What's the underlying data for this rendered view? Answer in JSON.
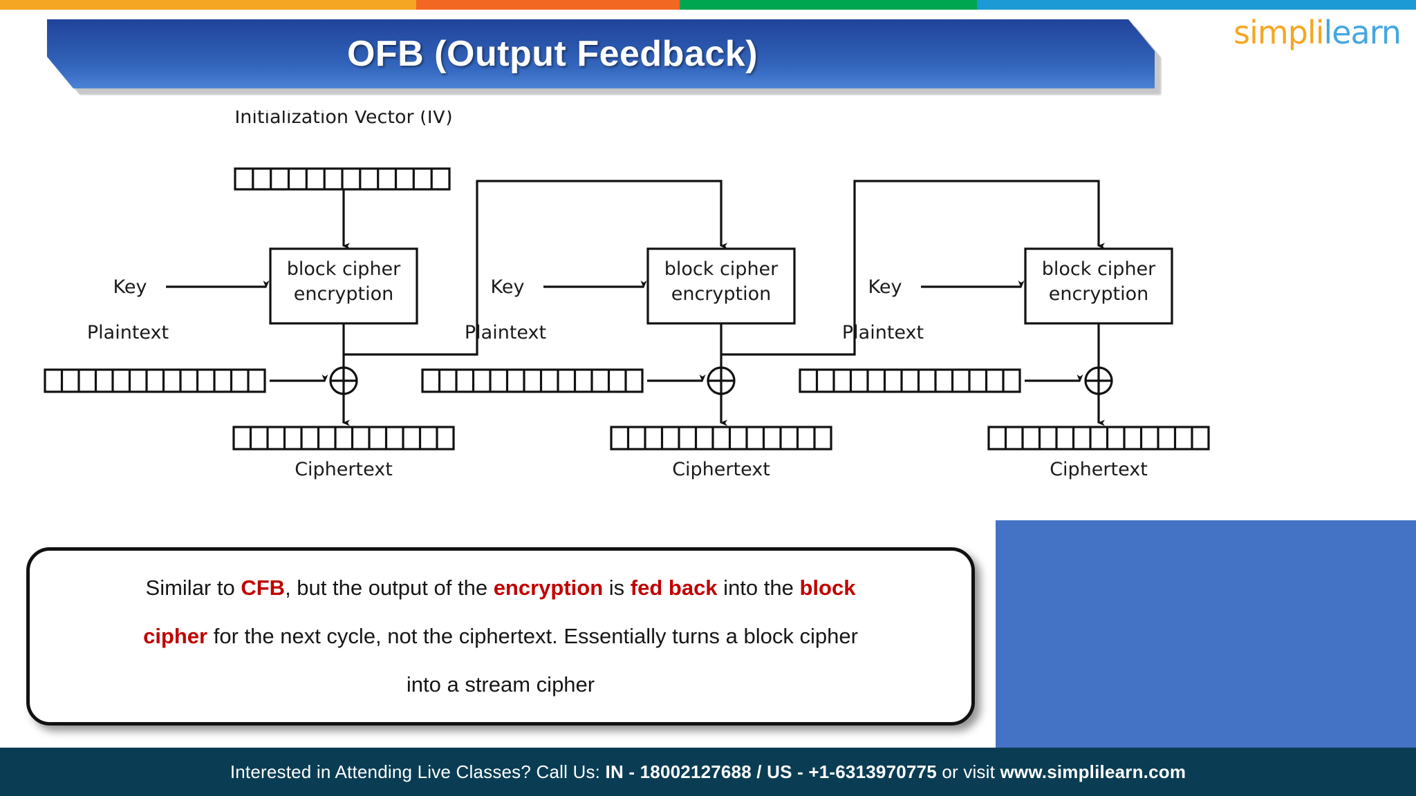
{
  "accent_bar": {
    "segments": [
      {
        "name": "amber",
        "color": "#f5a623",
        "width_pct": 29.4
      },
      {
        "name": "orange",
        "color": "#f26722",
        "width_pct": 18.6
      },
      {
        "name": "green",
        "color": "#00a650",
        "width_pct": 21.0
      },
      {
        "name": "blue",
        "color": "#1b9ad6",
        "width_pct": 31.0
      }
    ]
  },
  "logo": {
    "part1": "simpl",
    "part2": "i",
    "part3": "learn",
    "color_orange": "#f5a623",
    "color_blue": "#45a7e0"
  },
  "header": {
    "title": "OFB (Output Feedback)",
    "banner_color": "#2a57ad"
  },
  "diagram": {
    "title": "Initialization Vector (IV)",
    "iv_label": "Initialization Vector (IV)",
    "iv_cells": 12,
    "bar_cells": 13,
    "stages": [
      {
        "key_label": "Key",
        "cipher_line1": "block cipher",
        "cipher_line2": "encryption",
        "plaintext_label": "Plaintext",
        "ciphertext_label": "Ciphertext",
        "xor_symbol": "+"
      },
      {
        "key_label": "Key",
        "cipher_line1": "block cipher",
        "cipher_line2": "encryption",
        "plaintext_label": "Plaintext",
        "ciphertext_label": "Ciphertext",
        "xor_symbol": "+"
      },
      {
        "key_label": "Key",
        "cipher_line1": "block cipher",
        "cipher_line2": "encryption",
        "plaintext_label": "Plaintext",
        "ciphertext_label": "Ciphertext",
        "xor_symbol": "+"
      }
    ]
  },
  "callout": {
    "highlight_color": "#c00000",
    "line1": [
      {
        "text": "Similar to ",
        "highlight": false
      },
      {
        "text": "CFB",
        "highlight": true
      },
      {
        "text": ", but the output of the ",
        "highlight": false
      },
      {
        "text": "encryption",
        "highlight": true
      },
      {
        "text": " is ",
        "highlight": false
      },
      {
        "text": "fed back",
        "highlight": true
      },
      {
        "text": " into the ",
        "highlight": false
      },
      {
        "text": "block",
        "highlight": true
      }
    ],
    "line2": [
      {
        "text": "cipher",
        "highlight": true
      },
      {
        "text": " for the next cycle, not the ciphertext. Essentially turns a block cipher",
        "highlight": false
      }
    ],
    "line3": [
      {
        "text": "into a stream cipher",
        "highlight": false
      }
    ]
  },
  "side_panel": {
    "color": "#4472c4"
  },
  "footer": {
    "background": "#0a3d54",
    "prefix": "Interested in Attending Live Classes? Call Us: ",
    "phones": "IN - 18002127688 / US - +1-6313970775",
    "middle": " or visit ",
    "website": "www.simplilearn.com"
  }
}
